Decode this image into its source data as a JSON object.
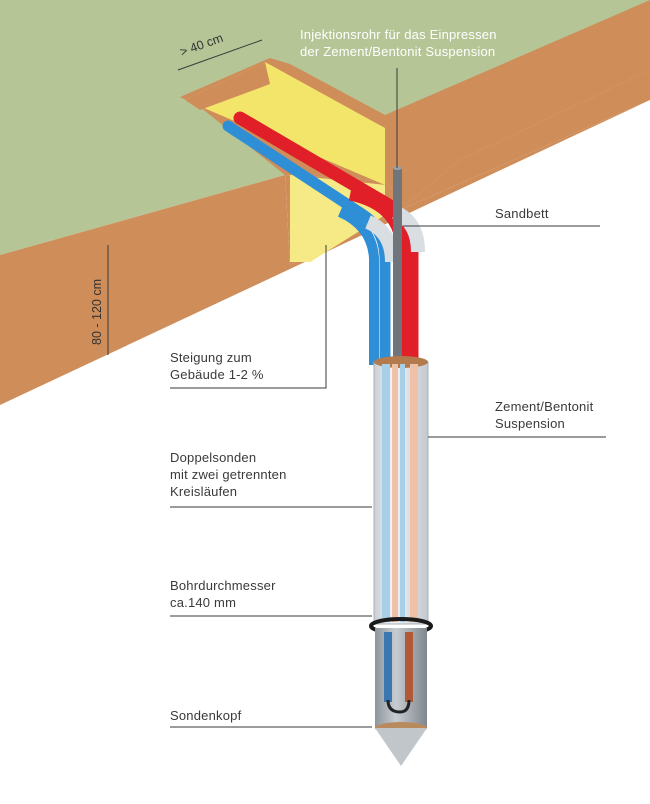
{
  "labels": {
    "injection": [
      "Injektionsrohr für das Einpressen",
      "der Zement/Bentonit Suspension"
    ],
    "sandbed": [
      "Sandbett"
    ],
    "slope": [
      "Steigung zum",
      "Gebäude 1-2 %"
    ],
    "cement": [
      "Zement/Bentonit",
      "Suspension"
    ],
    "double_probes": [
      "Doppelsonden",
      "mit zwei getrennten",
      "Kreisläufen"
    ],
    "bore_diameter": [
      "Bohrdurchmesser",
      "ca.140 mm"
    ],
    "probe_head": [
      "Sondenkopf"
    ]
  },
  "dimensions": {
    "trench_width": "> 40 cm",
    "trench_depth": "80 - 120 cm"
  },
  "colors": {
    "grass": "#b5c596",
    "soil": "#cf8d5a",
    "sand": "#f3e46a",
    "pipe_red": "#e01f28",
    "pipe_blue": "#2f8fd6",
    "casing": "#d9dee3",
    "leader": "#3a3a3a"
  }
}
